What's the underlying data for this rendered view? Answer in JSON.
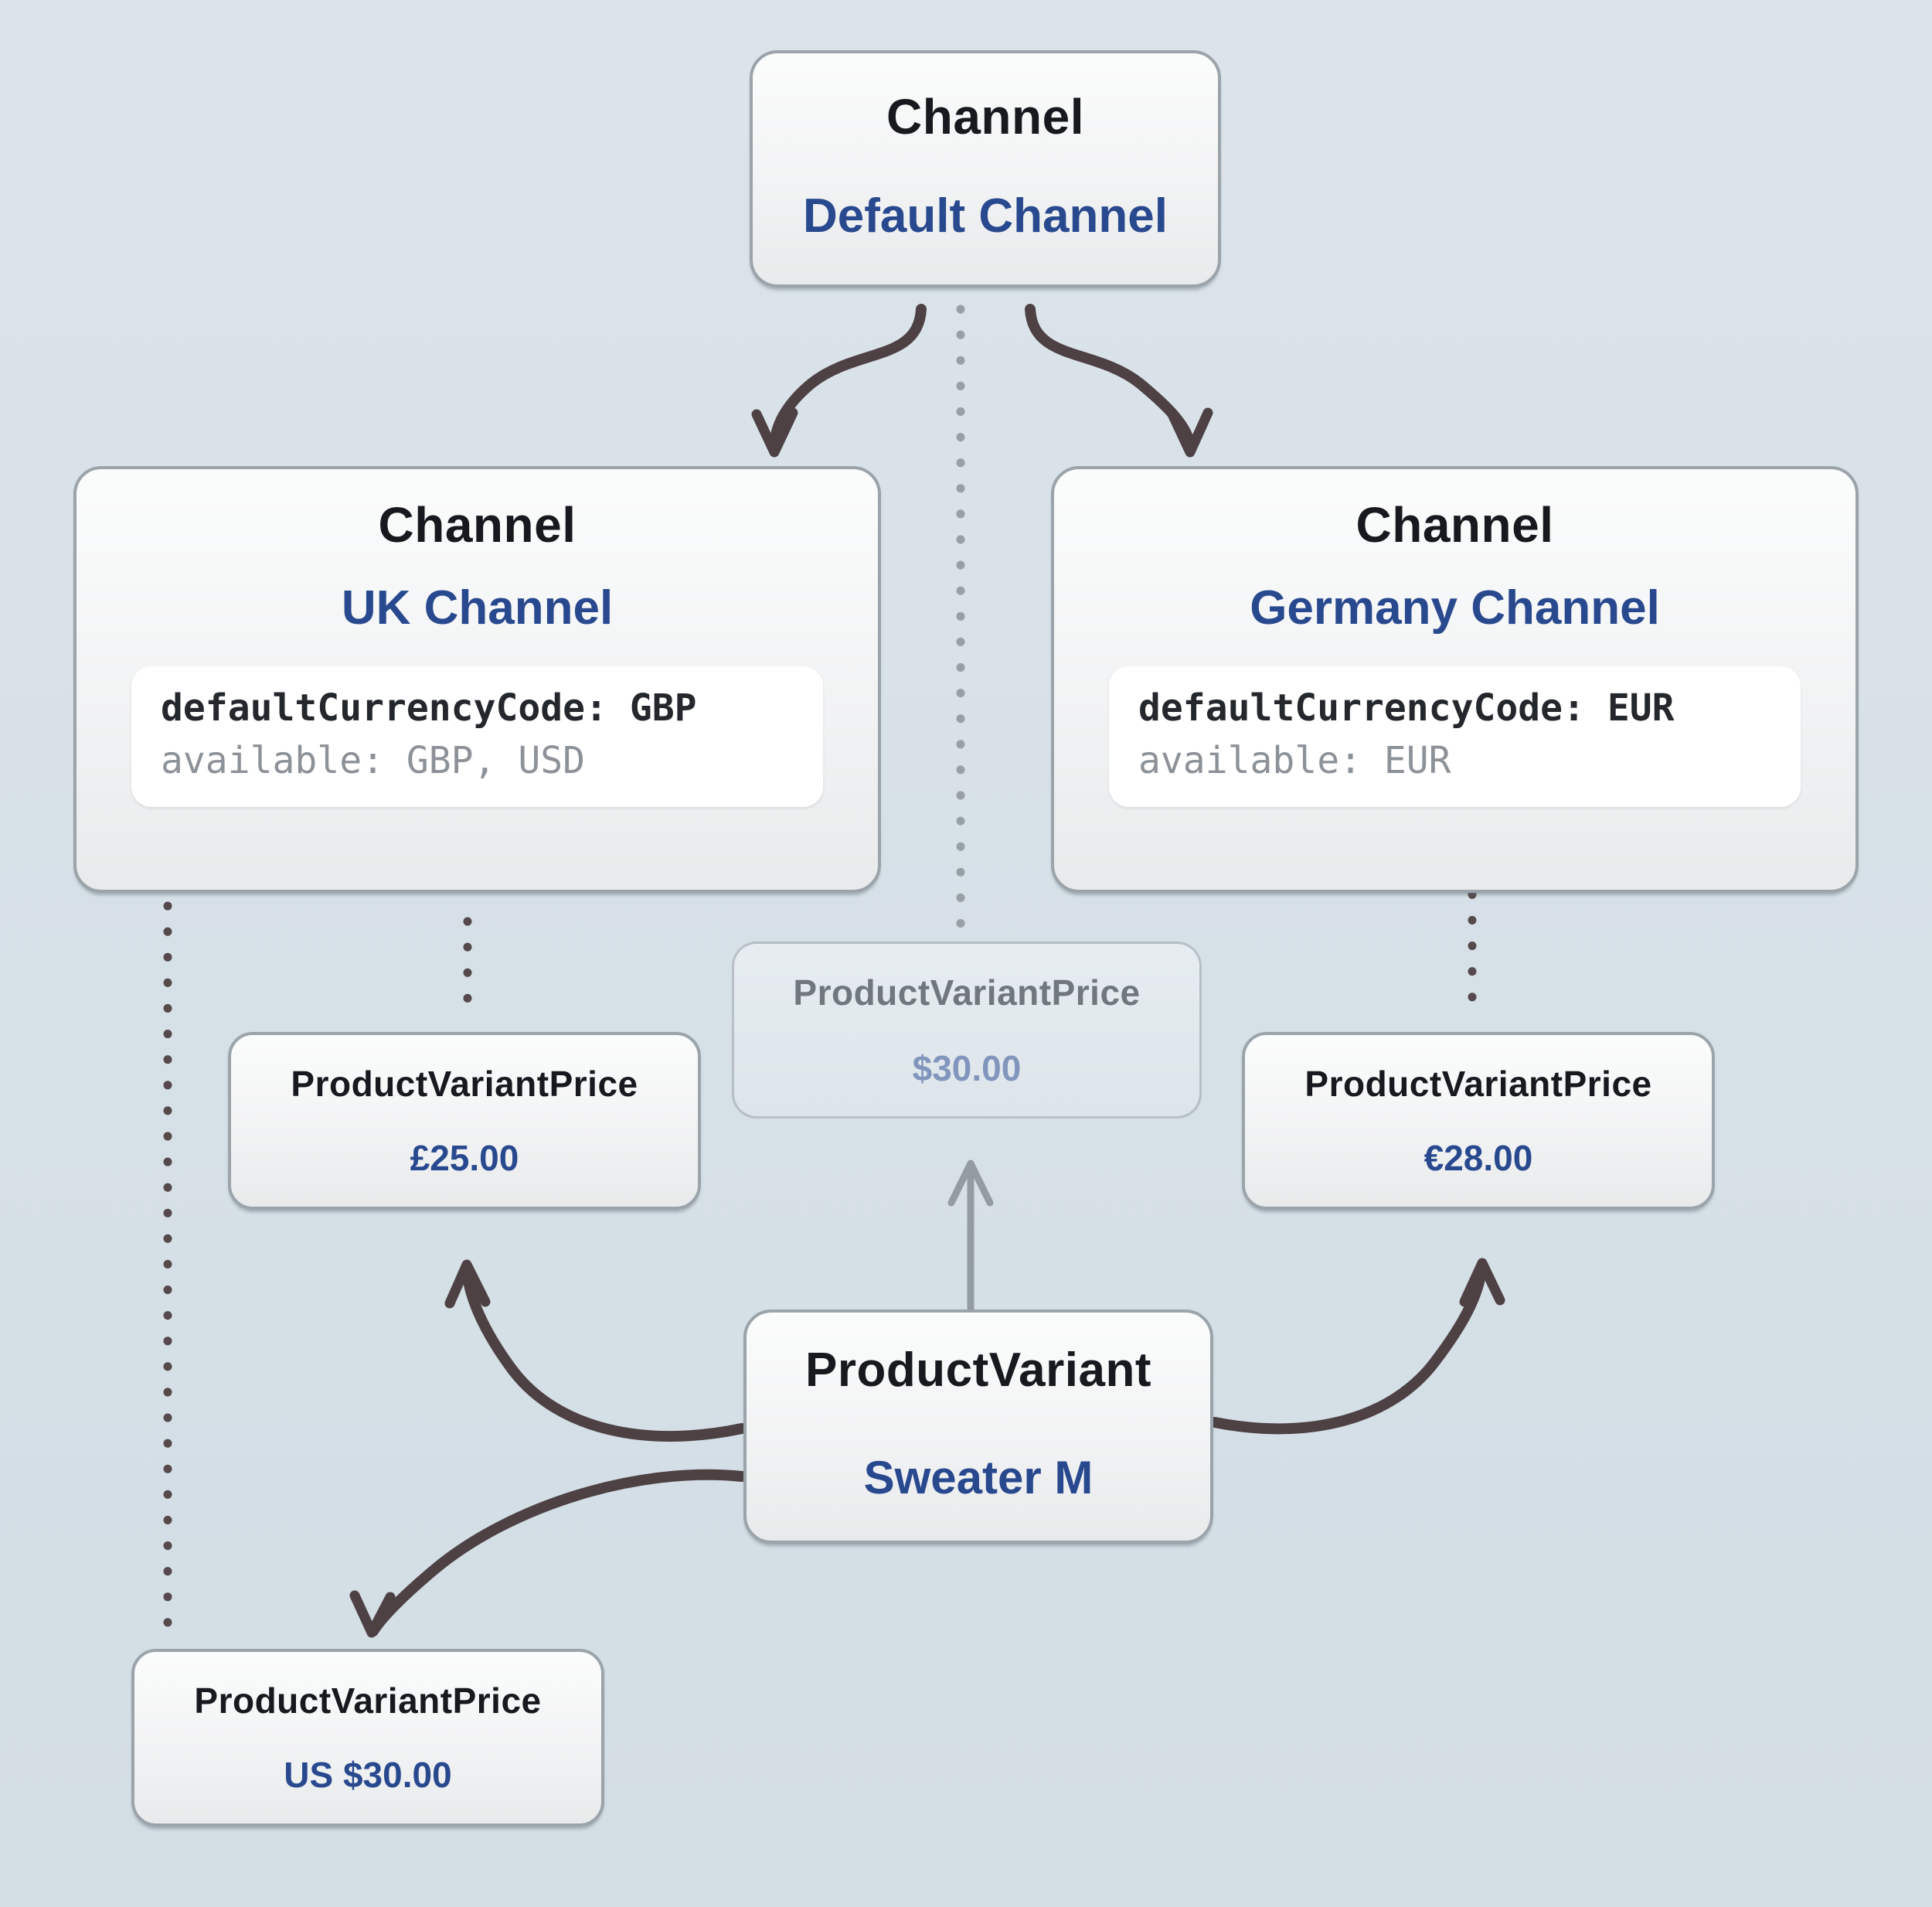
{
  "palette": {
    "background": "#d8e1e8",
    "node_fill": "#f5f6f7",
    "node_border": "#9aa4aa",
    "title_text": "#17191e",
    "accent_blue": "#29498f",
    "code_text_dark": "#24272b",
    "code_text_gray": "#8c9298",
    "arrow_dark": "#4d4144",
    "arrow_gray": "#939ca2",
    "ghost_title": "#70777e",
    "ghost_blue": "#8295bd"
  },
  "nodes": {
    "default_channel": {
      "type": "Channel",
      "name": "Default Channel"
    },
    "uk_channel": {
      "type": "Channel",
      "name": "UK Channel",
      "code_line_primary": "defaultCurrencyCode: GBP",
      "code_line_secondary": "available: GBP, USD"
    },
    "germany_channel": {
      "type": "Channel",
      "name": "Germany Channel",
      "code_line_primary": "defaultCurrencyCode: EUR",
      "code_line_secondary": "available: EUR"
    },
    "default_price": {
      "type": "ProductVariantPrice",
      "value": "$30.00"
    },
    "uk_price": {
      "type": "ProductVariantPrice",
      "value": "£25.00"
    },
    "germany_price": {
      "type": "ProductVariantPrice",
      "value": "€28.00"
    },
    "us_price": {
      "type": "ProductVariantPrice",
      "value": "US $30.00"
    },
    "product_variant": {
      "type": "ProductVariant",
      "name": "Sweater M"
    }
  }
}
